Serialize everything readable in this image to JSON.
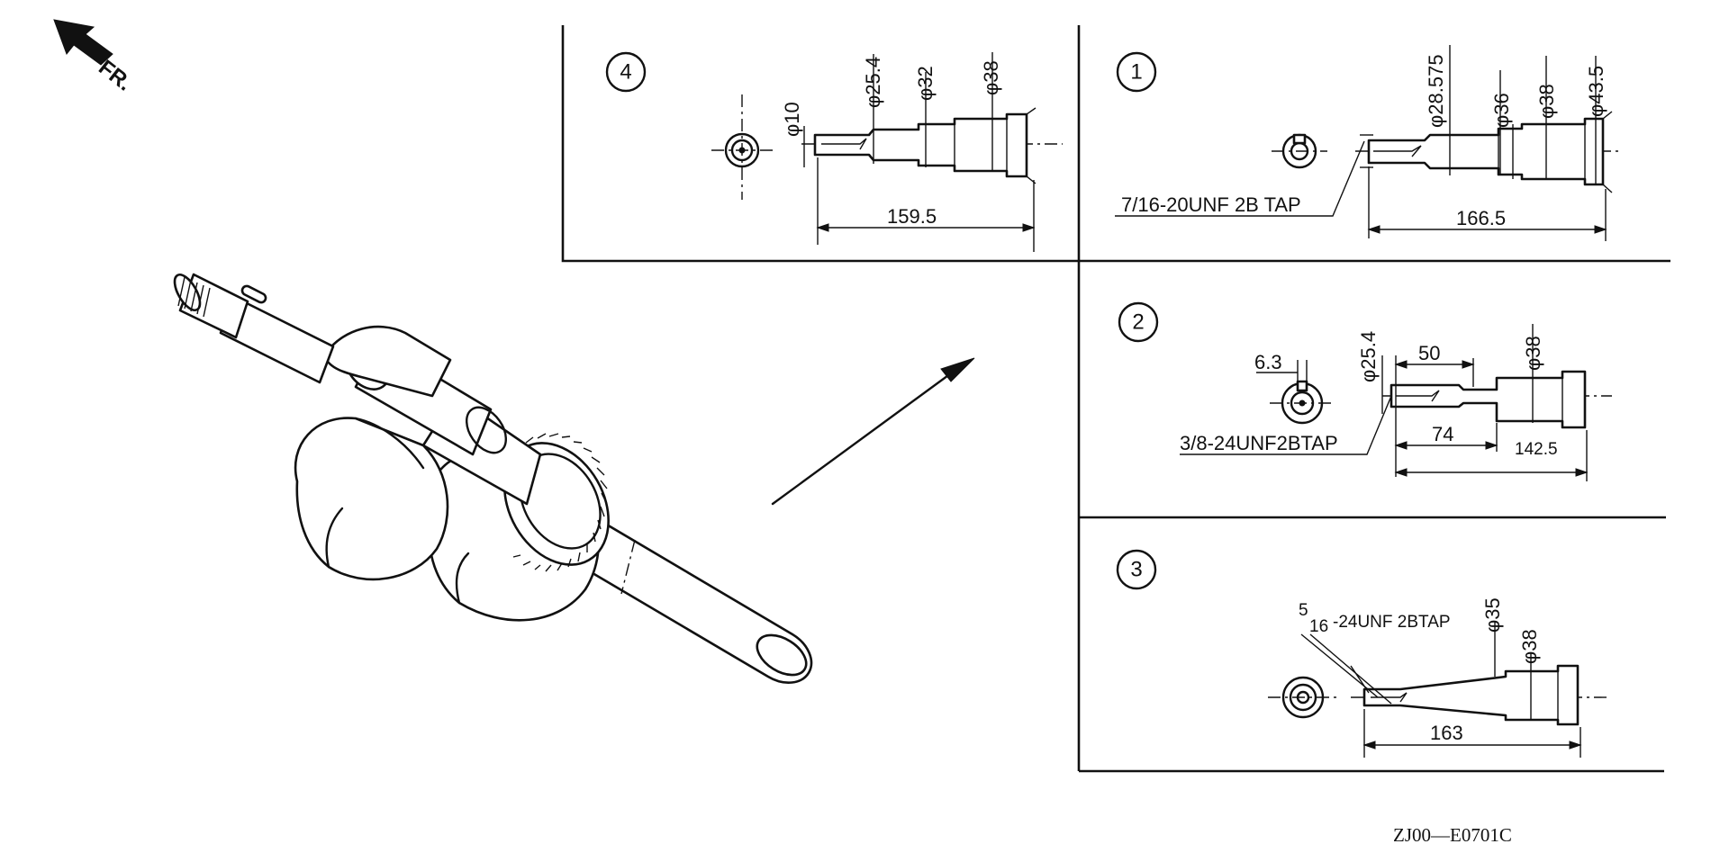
{
  "diagram": {
    "direction_label": "FR.",
    "figure_code": "ZJ00—E0701C",
    "panels": [
      {
        "number": "4",
        "dimensions": [
          "φ10",
          "φ25.4",
          "φ32",
          "φ38",
          "159.5"
        ]
      },
      {
        "number": "1",
        "thread": "7/16-20UNF 2B TAP",
        "dimensions": [
          "φ28.575",
          "φ36",
          "φ38",
          "φ43.5",
          "166.5"
        ]
      },
      {
        "number": "2",
        "thread": "3/8-24UNF2BTAP",
        "dimensions": [
          "6.3",
          "φ25.4",
          "50",
          "φ38",
          "74",
          "142.5"
        ]
      },
      {
        "number": "3",
        "thread_fraction_top": "5",
        "thread_fraction_bottom": "16",
        "thread_rest": "-24UNF 2BTAP",
        "dimensions": [
          "φ35",
          "φ38",
          "163"
        ]
      }
    ]
  }
}
